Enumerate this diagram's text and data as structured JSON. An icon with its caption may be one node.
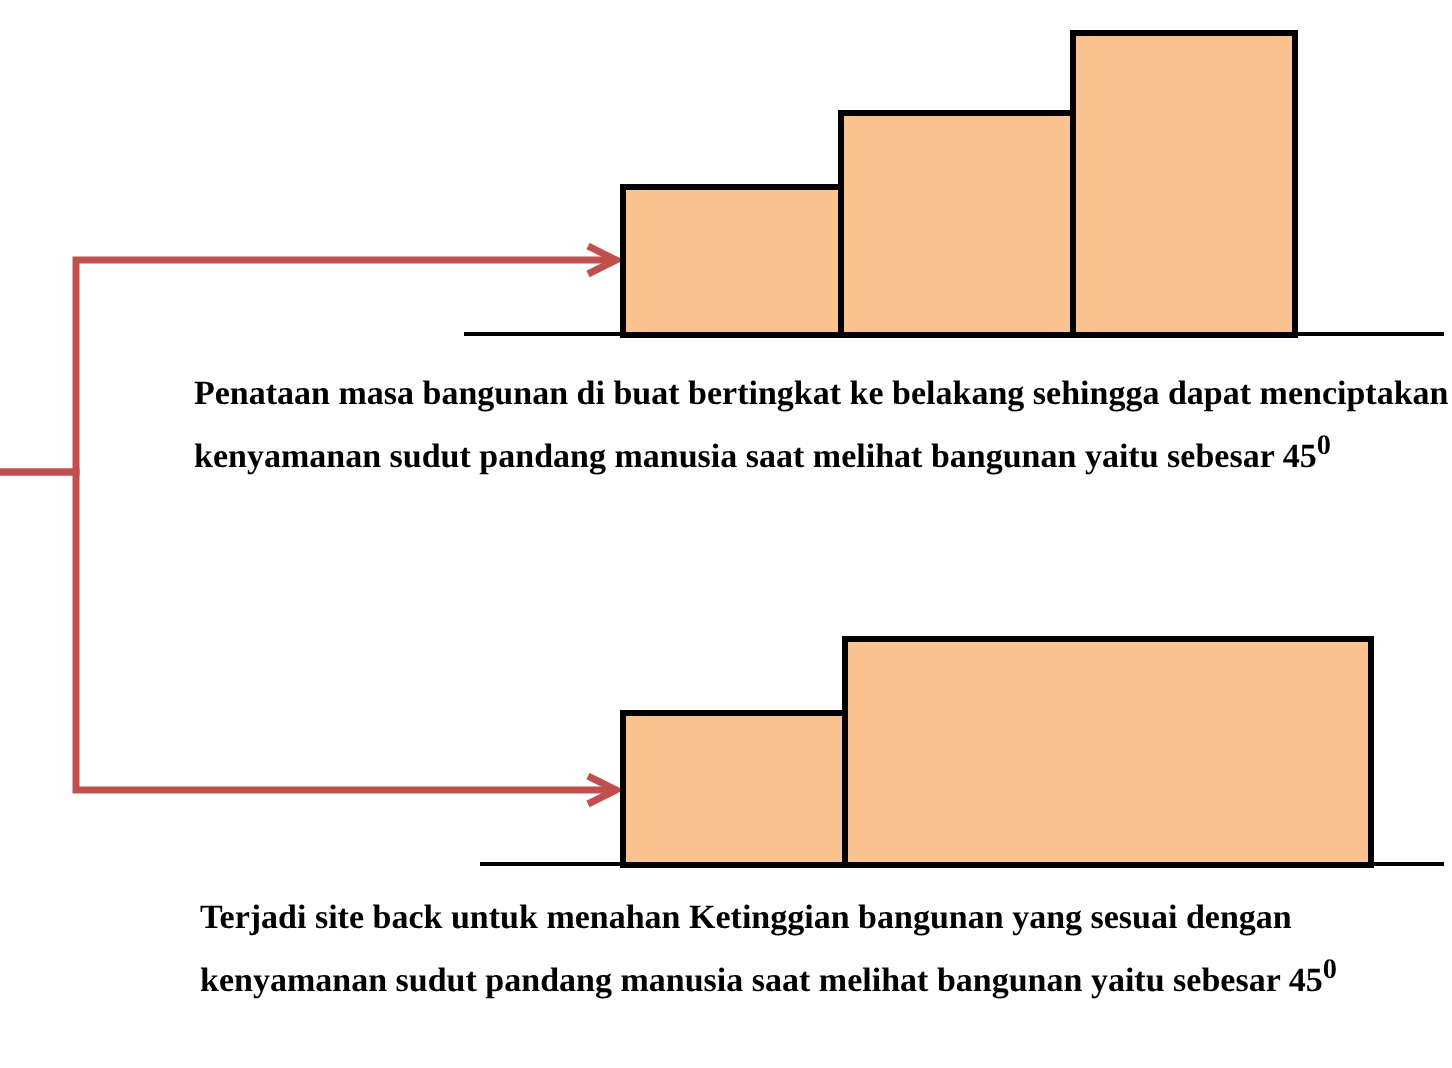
{
  "diagram": {
    "nodes": [
      {
        "text": [],
        "shape": "box"
      },
      {
        "text": [],
        "shape": "box"
      },
      {
        "text": [],
        "shape": "box"
      },
      {
        "text": [],
        "shape": "box"
      },
      {
        "text": [],
        "shape": "box"
      }
    ],
    "edges": [
      {
        "from": null,
        "to": 0,
        "arrow": "to"
      },
      {
        "from": null,
        "to": 3,
        "arrow": "to"
      }
    ],
    "labels": [
      "Penataan masa bangunan di buat bertingkat ke belakang sehingga dapat menciptakan kenyamanan sudut pandang manusia saat melihat bangunan yaitu sebesar 45$^{0}$",
      "Terjadi site back untuk menahan Ketinggian bangunan yang sesuai dengan kenyamanan sudut pandang manusia saat melihat bangunan yaitu sebesar 45$^{0}$"
    ]
  }
}
